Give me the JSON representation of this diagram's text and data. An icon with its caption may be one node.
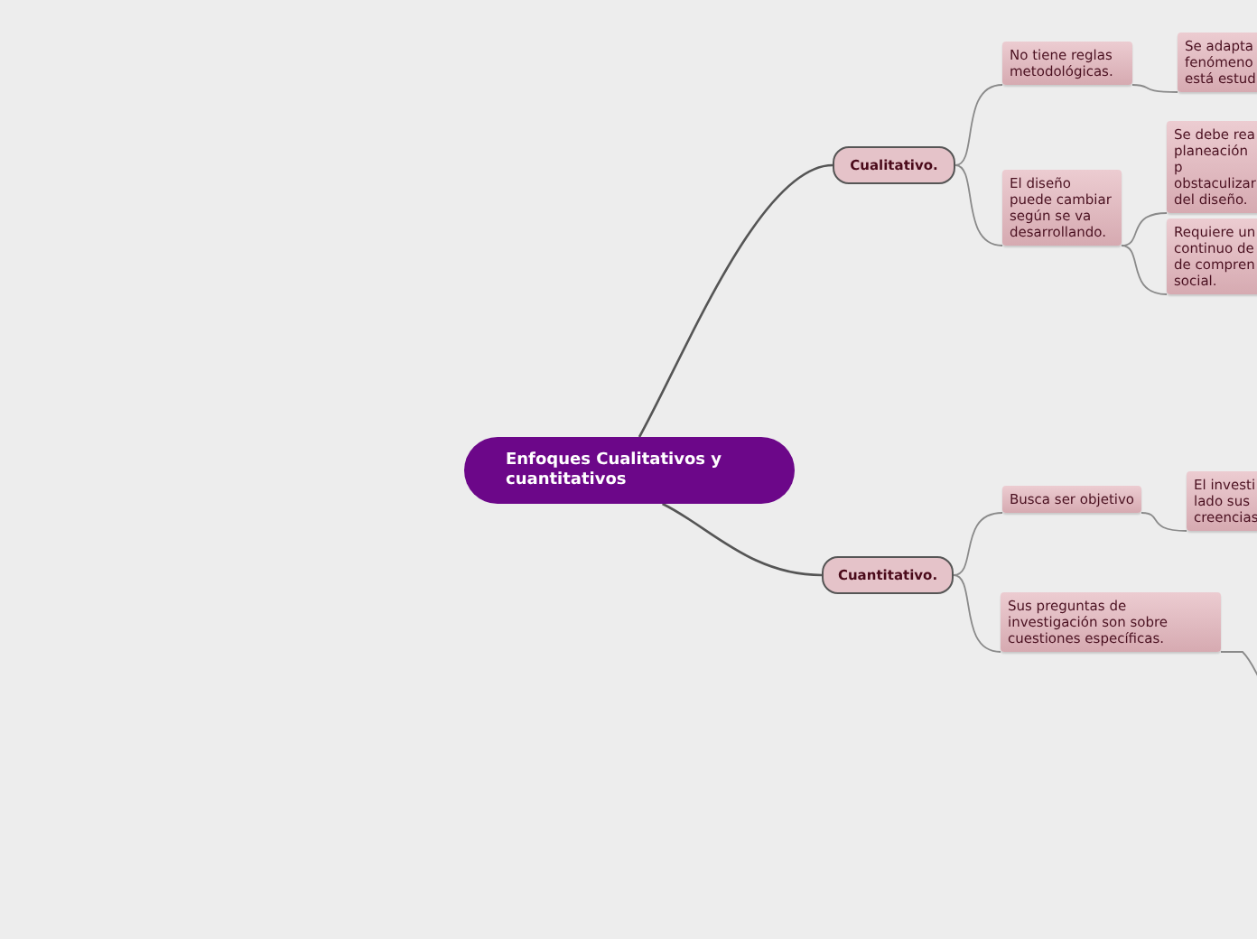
{
  "diagram": {
    "nodes": [
      {
        "text": [
          "Enfoques Cualitativos y cuantitativos"
        ]
      },
      {
        "text": [
          "Cualitativo."
        ]
      },
      {
        "text": [
          "No tiene reglas metodológicas."
        ]
      },
      {
        "text": [
          "Se adapta fenómeno está estud"
        ]
      },
      {
        "text": [
          "El diseño puede cambiar según se va desarrollando."
        ]
      },
      {
        "text": [
          "Se debe rea planeación p obstaculizar del diseño."
        ]
      },
      {
        "text": [
          "Requiere un continuo de de compren social."
        ]
      },
      {
        "text": [
          "Cuantitativo."
        ]
      },
      {
        "text": [
          "Busca ser objetivo"
        ]
      },
      {
        "text": [
          "El investi lado sus creencias"
        ]
      },
      {
        "text": [
          "Sus preguntas de investigación son sobre cuestiones específicas."
        ]
      }
    ],
    "edges": [
      {
        "from": 0,
        "to": 1,
        "arrow": "none"
      },
      {
        "from": 1,
        "to": 2,
        "arrow": "none"
      },
      {
        "from": 2,
        "to": 3,
        "arrow": "none"
      },
      {
        "from": 1,
        "to": 4,
        "arrow": "none"
      },
      {
        "from": 4,
        "to": 5,
        "arrow": "none"
      },
      {
        "from": 4,
        "to": 6,
        "arrow": "none"
      },
      {
        "from": 0,
        "to": 7,
        "arrow": "none"
      },
      {
        "from": 7,
        "to": 8,
        "arrow": "none"
      },
      {
        "from": 8,
        "to": 9,
        "arrow": "none"
      },
      {
        "from": 7,
        "to": 10,
        "arrow": "none"
      },
      {
        "from": 10,
        "to": null,
        "arrow": "none"
      }
    ]
  }
}
